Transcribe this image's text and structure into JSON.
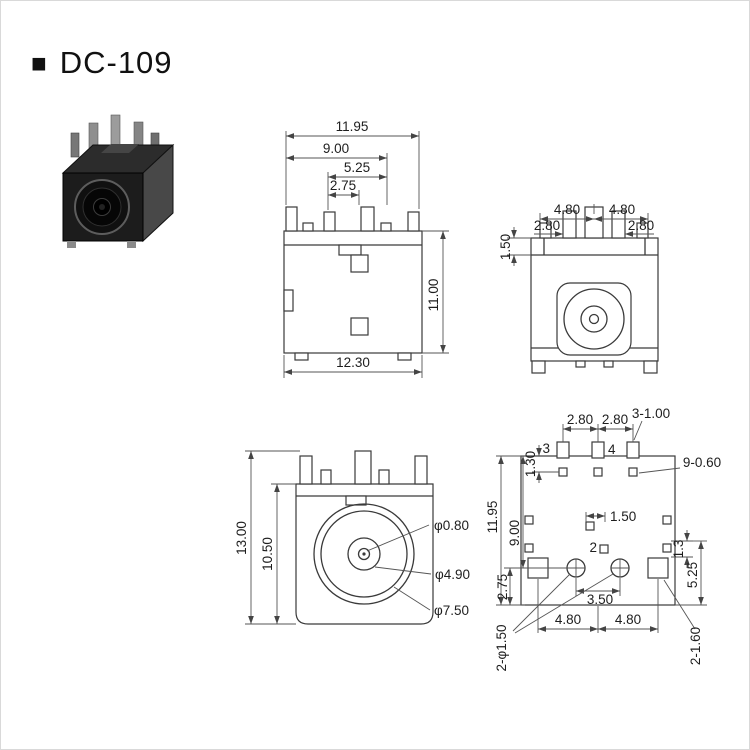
{
  "page": {
    "background": "#ffffff",
    "line_color": "#3a3a3a",
    "dim_color": "#555555"
  },
  "title": {
    "bullet": "■",
    "text": "DC-109"
  },
  "front_view": {
    "dim_pins_span": "11.95",
    "dim_pin_9": "9.00",
    "dim_pin_525": "5.25",
    "dim_pin_275": "2.75",
    "dim_height": "11.00",
    "dim_body_width": "12.30"
  },
  "side_view": {
    "dim_left_480": "4.80",
    "dim_right_480": "4.80",
    "dim_left_280": "2.80",
    "dim_right_280": "2.80",
    "dim_150": "1.50"
  },
  "face_view": {
    "dim_total_height": "13.00",
    "dim_body_height": "10.50",
    "dia_center_pin": "φ0.80",
    "dia_inner": "φ4.90",
    "dia_barrel": "φ7.50"
  },
  "pcb_view": {
    "dim_top_280_left": "2.80",
    "dim_top_280_right": "2.80",
    "note_pads_100": "3-1.00",
    "pin_label_3": "3",
    "pin_label_4": "4",
    "note_holes_060": "9-0.60",
    "dim_130": "1.30",
    "dim_height_1195": "11.95",
    "dim_900": "9.00",
    "dim_275": "2.75",
    "dim_150": "1.50",
    "pin_label_2": "2",
    "dim_right_13": "1.3",
    "dim_right_525": "5.25",
    "dim_350": "3.50",
    "dim_bottom_480_left": "4.80",
    "dim_bottom_480_right": "4.80",
    "note_holes_150": "2-φ1.50",
    "note_pads_160": "2-1.60"
  }
}
